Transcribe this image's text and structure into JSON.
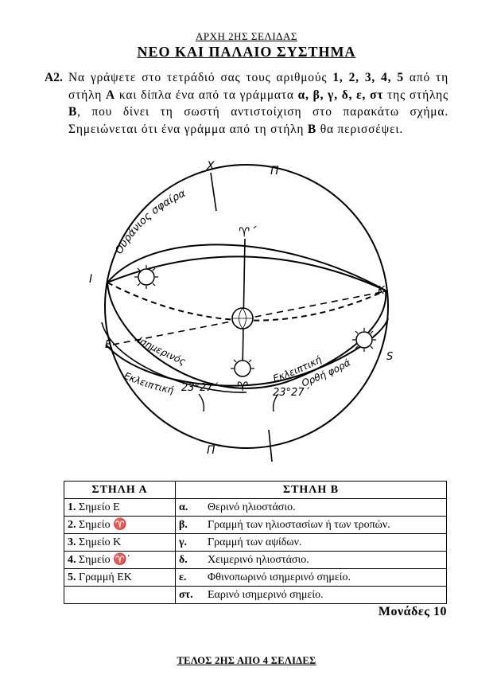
{
  "header": {
    "page_label": "ΑΡΧΗ 2ΗΣ ΣΕΛΙΔΑΣ"
  },
  "title": "ΝΕΟ ΚΑΙ ΠΑΛΑΙΟ ΣΥΣΤΗΜΑ",
  "question": {
    "number": "A2.",
    "t1": "Να γράψετε στο τετράδιό σας τους αριθμούς ",
    "nums": "1, 2, 3, 4, 5",
    "t2": " από τη στήλη ",
    "colA": "Α",
    "t3": " και δίπλα ένα από τα γράμματα ",
    "letters": "α, β, γ, δ, ε, στ",
    "t4": " της στήλης ",
    "colB": "Β",
    "t5": ", που δίνει τη σωστή αντιστοίχιση στο παρακάτω σχήμα. Σημειώνεται ότι ένα γράμμα από τη στήλη ",
    "colB2": "Β",
    "t6": " θα περισσέψει."
  },
  "diagram": {
    "labels": {
      "x": "Χ",
      "pi": "Π",
      "pi_prime": "Π΄",
      "i": "Ι",
      "k": "Κ",
      "e": "Ε",
      "s": "S",
      "celestial_sphere": "Ουράνιος σφαίρα",
      "equator": "Ισημερινός",
      "ecliptic_left": "Εκλειπτική",
      "ecliptic_right": "Εκλειπτική",
      "direct_motion": "Ορθή φορά",
      "angle_left": "23°27΄",
      "angle_right": "23°27΄",
      "aries_top": "♈΄",
      "aries_bottom": "♈"
    }
  },
  "table": {
    "headers": [
      "ΣΤΗΛΗ Α",
      "ΣΤΗΛΗ Β"
    ],
    "rows": [
      {
        "a_num": "1.",
        "a_text": " Σημείο Ε",
        "b_letter": "α.",
        "b_text": "Θερινό ηλιοστάσιο."
      },
      {
        "a_num": "2.",
        "a_text": " Σημείο ♈",
        "b_letter": "β.",
        "b_text": "Γραμμή των ηλιοστασίων ή των τροπών."
      },
      {
        "a_num": "3.",
        "a_text": " Σημείο Κ",
        "b_letter": "γ.",
        "b_text": "Γραμμή των αψίδων."
      },
      {
        "a_num": "4.",
        "a_text": " Σημείο ♈΄",
        "b_letter": "δ.",
        "b_text": "Χειμερινό ηλιοστάσιο."
      },
      {
        "a_num": "5.",
        "a_text": " Γραμμή ΕΚ",
        "b_letter": "ε.",
        "b_text": "Φθινοπωρινό ισημερινό σημείο."
      },
      {
        "a_num": "",
        "a_text": "",
        "b_letter": "στ.",
        "b_text": "Εαρινό ισημερινό σημείο."
      }
    ]
  },
  "points": "Μονάδες 10",
  "footer": "ΤΕΛΟΣ 2ΗΣ ΑΠΟ 4 ΣΕΛΙΔΕΣ"
}
